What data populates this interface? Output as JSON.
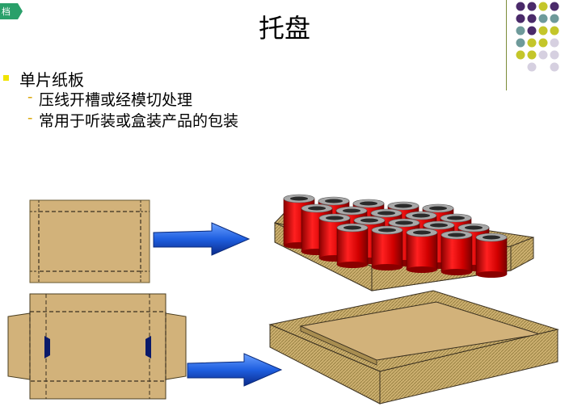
{
  "corner_tag": "档",
  "title": "托盘",
  "bullets": {
    "main": "单片纸板",
    "subs": [
      "压线开槽或经模切处理",
      "常用于听装或盒装产品的包装"
    ]
  },
  "colors": {
    "cardboard": "#d2b27a",
    "cardboard_edge": "#b89d5e",
    "can_red": "#e01010",
    "arrow_blue": "#2a6fe8",
    "dot_purple": "#4a2a6a",
    "dot_olive": "#c4c62a",
    "dot_teal": "#6e9a9a",
    "dot_lavender": "#d6d0e0"
  },
  "icons": [
    "right-arrow-icon"
  ]
}
